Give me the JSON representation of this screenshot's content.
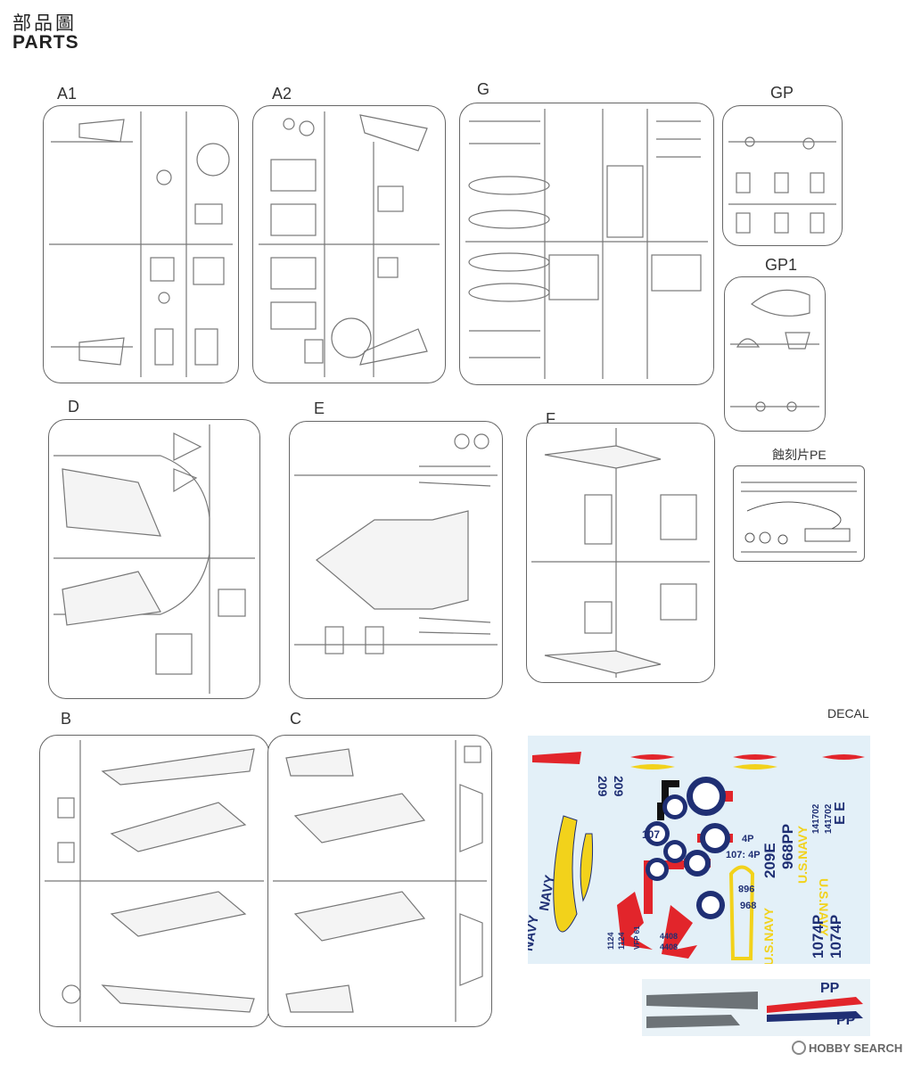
{
  "header": {
    "title_cn": "部品圖",
    "title_en": "PARTS"
  },
  "sprues": {
    "a1": "A1",
    "a2": "A2",
    "g": "G",
    "gp": "GP",
    "gp1": "GP1",
    "d": "D",
    "e": "E",
    "f": "F",
    "pe": "蝕刻片PE",
    "b": "B",
    "c": "C"
  },
  "decal": {
    "label": "DECAL",
    "texts": {
      "navy1": "NAVY",
      "navy2": "NAVY",
      "n209a": "209",
      "n209b": "209",
      "n107a": "107",
      "n107b": "107: 4P",
      "n4p": "4P",
      "n968a": "968",
      "n968b": "968",
      "n209e": "209E",
      "n968pp": "968PP",
      "usnavy1": "U.S.NAVY",
      "usnavy2": "U.S.NAVY",
      "usnavy3": "U.S.NAVY",
      "n1074p_a": "1074P",
      "n1074p_b": "1074P",
      "n141702a": "141702",
      "n141702b": "141702",
      "ee": "E E",
      "n4408a": "4408",
      "n4408b": "4408",
      "n1124a": "1124",
      "n1124b": "1124",
      "vfp": "VFP 61",
      "pp1": "PP",
      "pp2": "PP"
    },
    "colors": {
      "red": "#e2252b",
      "yellow": "#f2d21b",
      "navy": "#1f2f74",
      "bg": "#e3f0f8"
    }
  },
  "watermark": {
    "text": "HOBBY SEARCH"
  }
}
